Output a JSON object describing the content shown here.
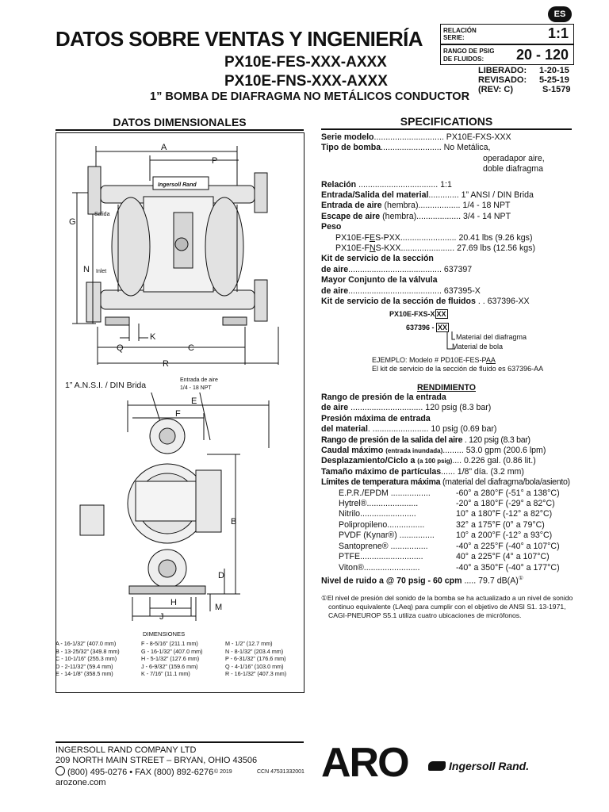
{
  "header": {
    "lang_badge": "ES",
    "main_title": "DATOS SOBRE VENTAS Y INGENIERÍA",
    "model_1": "PX10E-FES-XXX-AXXX",
    "model_2": "PX10E-FNS-XXX-AXXX",
    "subtitle": "1” BOMBA DE DIAFRAGMA NO METÁLICOS CONDUCTOR",
    "ratio_label_1": "RELACIÓN",
    "ratio_label_2": "SERIE:",
    "ratio_value": "1:1",
    "range_label_1": "RANGO DE PSIG",
    "range_label_2": "DE FLUIDOS:",
    "range_value": "20 - 120",
    "released_label": "LIBERADO:",
    "released_value": "1-20-15",
    "revised_label": "REVISADO:",
    "revised_value": "5-25-19",
    "rev_label": "(REV: C)",
    "doc_number": "S-1579"
  },
  "dimensional": {
    "heading": "DATOS DIMENSIONALES",
    "top_view": {
      "label_a": "A",
      "label_p": "P",
      "label_g": "G",
      "label_n": "N",
      "label_k": "K",
      "label_q": "Q",
      "label_c": "C",
      "label_r": "R",
      "salida": "Salida",
      "inlet": "Inlet",
      "brand": "Ingersoll Rand"
    },
    "side_view": {
      "flange_label": "1” A.N.S.I. / DIN Brida",
      "air_inlet_1": "Entrada de aire",
      "air_inlet_2": "1/4 - 18 NPT",
      "label_e": "E",
      "label_f": "F",
      "label_b": "B",
      "label_d": "D",
      "label_h": "H",
      "label_m": "M",
      "label_j": "J"
    },
    "dims_title": "DIMENSIONES",
    "dims_col1": [
      "A - 16-1/32” (407.0 mm)",
      "B - 13-25/32” (349.8 mm)",
      "C - 10-1/16” (255.3 mm)",
      "D - 2-11/32” (59.4 mm)",
      "E - 14-1/8” (358.5 mm)"
    ],
    "dims_col2": [
      "F - 8-5/16” (211.1 mm)",
      "G - 16-1/32” (407.0 mm)",
      "H - 5-1/32” (127.6 mm)",
      "J - 6-9/32” (159.6 mm)",
      "K - 7/16” (11.1 mm)"
    ],
    "dims_col3": [
      "M - 1/2” (12.7 mm)",
      "N - 8-1/32” (203.4 mm)",
      "P - 6-31/32” (176.6 mm)",
      "Q - 4-1/16” (103.0 mm)",
      "R - 16-1/32” (407.3 mm)"
    ]
  },
  "specs": {
    "heading": "SPECIFICATIONS",
    "serie_label": "Serie modelo",
    "serie_value": "PX10E-FXS-XXX",
    "tipo_label": "Tipo de bomba",
    "tipo_value_1": "No Metálica,",
    "tipo_value_2": "operadapor aire,",
    "tipo_value_3": "doble diafragma",
    "relacion_label": "Relación",
    "relacion_value": "1:1",
    "entrada_mat_label": "Entrada/Salida del material",
    "entrada_mat_value": "1” ANSI / DIN Brida",
    "entrada_aire_label": "Entrada de aire",
    "entrada_aire_note": "(hembra)",
    "entrada_aire_value": "1/4 - 18 NPT",
    "escape_label": "Escape de aire",
    "escape_note": "(hembra)",
    "escape_value": "3/4 - 14 NPT",
    "peso_label": "Peso",
    "peso_1_pre": "PX10E-F",
    "peso_1_u": "E",
    "peso_1_post": "S-PXX",
    "peso_1_value": "20.41 lbs (9.26 kgs)",
    "peso_2_pre": "PX10E-F",
    "peso_2_u": "N",
    "peso_2_post": "S-KXX",
    "peso_2_value": "27.69 lbs (12.56 kgs)",
    "kit_aire_label_1": "Kit de servicio de la sección",
    "kit_aire_label_2": "de aire",
    "kit_aire_value": "637397",
    "mayor_label_1": "Mayor Conjunto de la válvula",
    "mayor_label_2": "de aire",
    "mayor_value": "637395-X",
    "kit_fluidos_label": "Kit de servicio de la sección de fluidos",
    "kit_fluidos_value": "637396-XX",
    "code_line_1_pre": "PX10E-FXS-X",
    "code_line_1_box": "XX",
    "code_line_2_pre": "637396 - ",
    "code_line_2_box": "XX",
    "code_material_diafragma": "Material del diafragma",
    "code_material_bola": "Material de bola",
    "example_1_pre": "EJEMPLO: Modelo #  PD10E-FES-P",
    "example_1_u": "AA",
    "example_2": "El kit de servicio de la sección de fluido es 637396-AA"
  },
  "rendimiento": {
    "heading": "RENDIMIENTO",
    "rango_label_1": "Rango de presión de la entrada",
    "rango_label_2": "de aire",
    "rango_value": "120 psig (8.3 bar)",
    "presion_label_1": "Presión máxima de entrada",
    "presion_label_2": "del material",
    "presion_value": "10 psig (0.69 bar)",
    "salida_label": "Rango de presión de la salida del aire",
    "salida_value": "120 psig (8.3 bar)",
    "caudal_label": "Caudal máximo",
    "caudal_note": "(entrada inundada)",
    "caudal_value": "53.0 gpm (200.6 lpm)",
    "desp_label": "Desplazamiento/Ciclo a",
    "desp_note": "(a 100 psig)",
    "desp_value": "0.226 gal. (0.86 lit.)",
    "tam_label": "Tamaño máximo de partículas",
    "tam_value": "1/8” día. (3.2 mm)",
    "limites_label": "Límites de temperatura máxima",
    "limites_note": "(material del diafragma/bola/asiento)",
    "temps": [
      {
        "name": "E.P.R./EPDM",
        "value": "-60° a 280°F (-51° a 138°C)"
      },
      {
        "name": "Hytrel®",
        "value": "-20° a 180°F (-29° a 82°C)"
      },
      {
        "name": "Nitrilo",
        "value": "10° a 180°F (-12° a 82°C)"
      },
      {
        "name": "Polipropileno",
        "value": "32° a 175°F (0° a 79°C)"
      },
      {
        "name": "PVDF (Kynar®)",
        "value": "10° a 200°F (-12° a 93°C)"
      },
      {
        "name": "Santoprene®",
        "value": "-40° a 225°F (-40° a 107°C)"
      },
      {
        "name": "PTFE",
        "value": "40° a 225°F (4° a 107°C)"
      },
      {
        "name": "Viton®",
        "value": "-40° a 350°F (-40° a 177°C)"
      }
    ],
    "ruido_label": "Nivel de ruido a @ 70 psig - 60 cpm",
    "ruido_value": "79.7 dB(A)",
    "note_symbol": "①",
    "note_1": "El nivel de presión del sonido de la bomba se ha actualizado a un nivel de sonido",
    "note_2": "continuo equivalente (LAeq) para cumplir con el objetivo de ANSI S1. 13-1971,",
    "note_3": "CAGI-PNEUROP S5.1 utiliza cuatro ubicaciones de micrófonos."
  },
  "footer": {
    "company": "INGERSOLL RAND COMPANY LTD",
    "address": "209 NORTH MAIN STREET – BRYAN, OHIO 43506",
    "phone": "(800) 495-0276 • FAX (800) 892-6276",
    "copyright": "© 2019",
    "ccn": "CCN 47531332001",
    "website": "arozone.com",
    "aro_logo": "ARO",
    "ir_logo": "Ingersoll Rand."
  }
}
